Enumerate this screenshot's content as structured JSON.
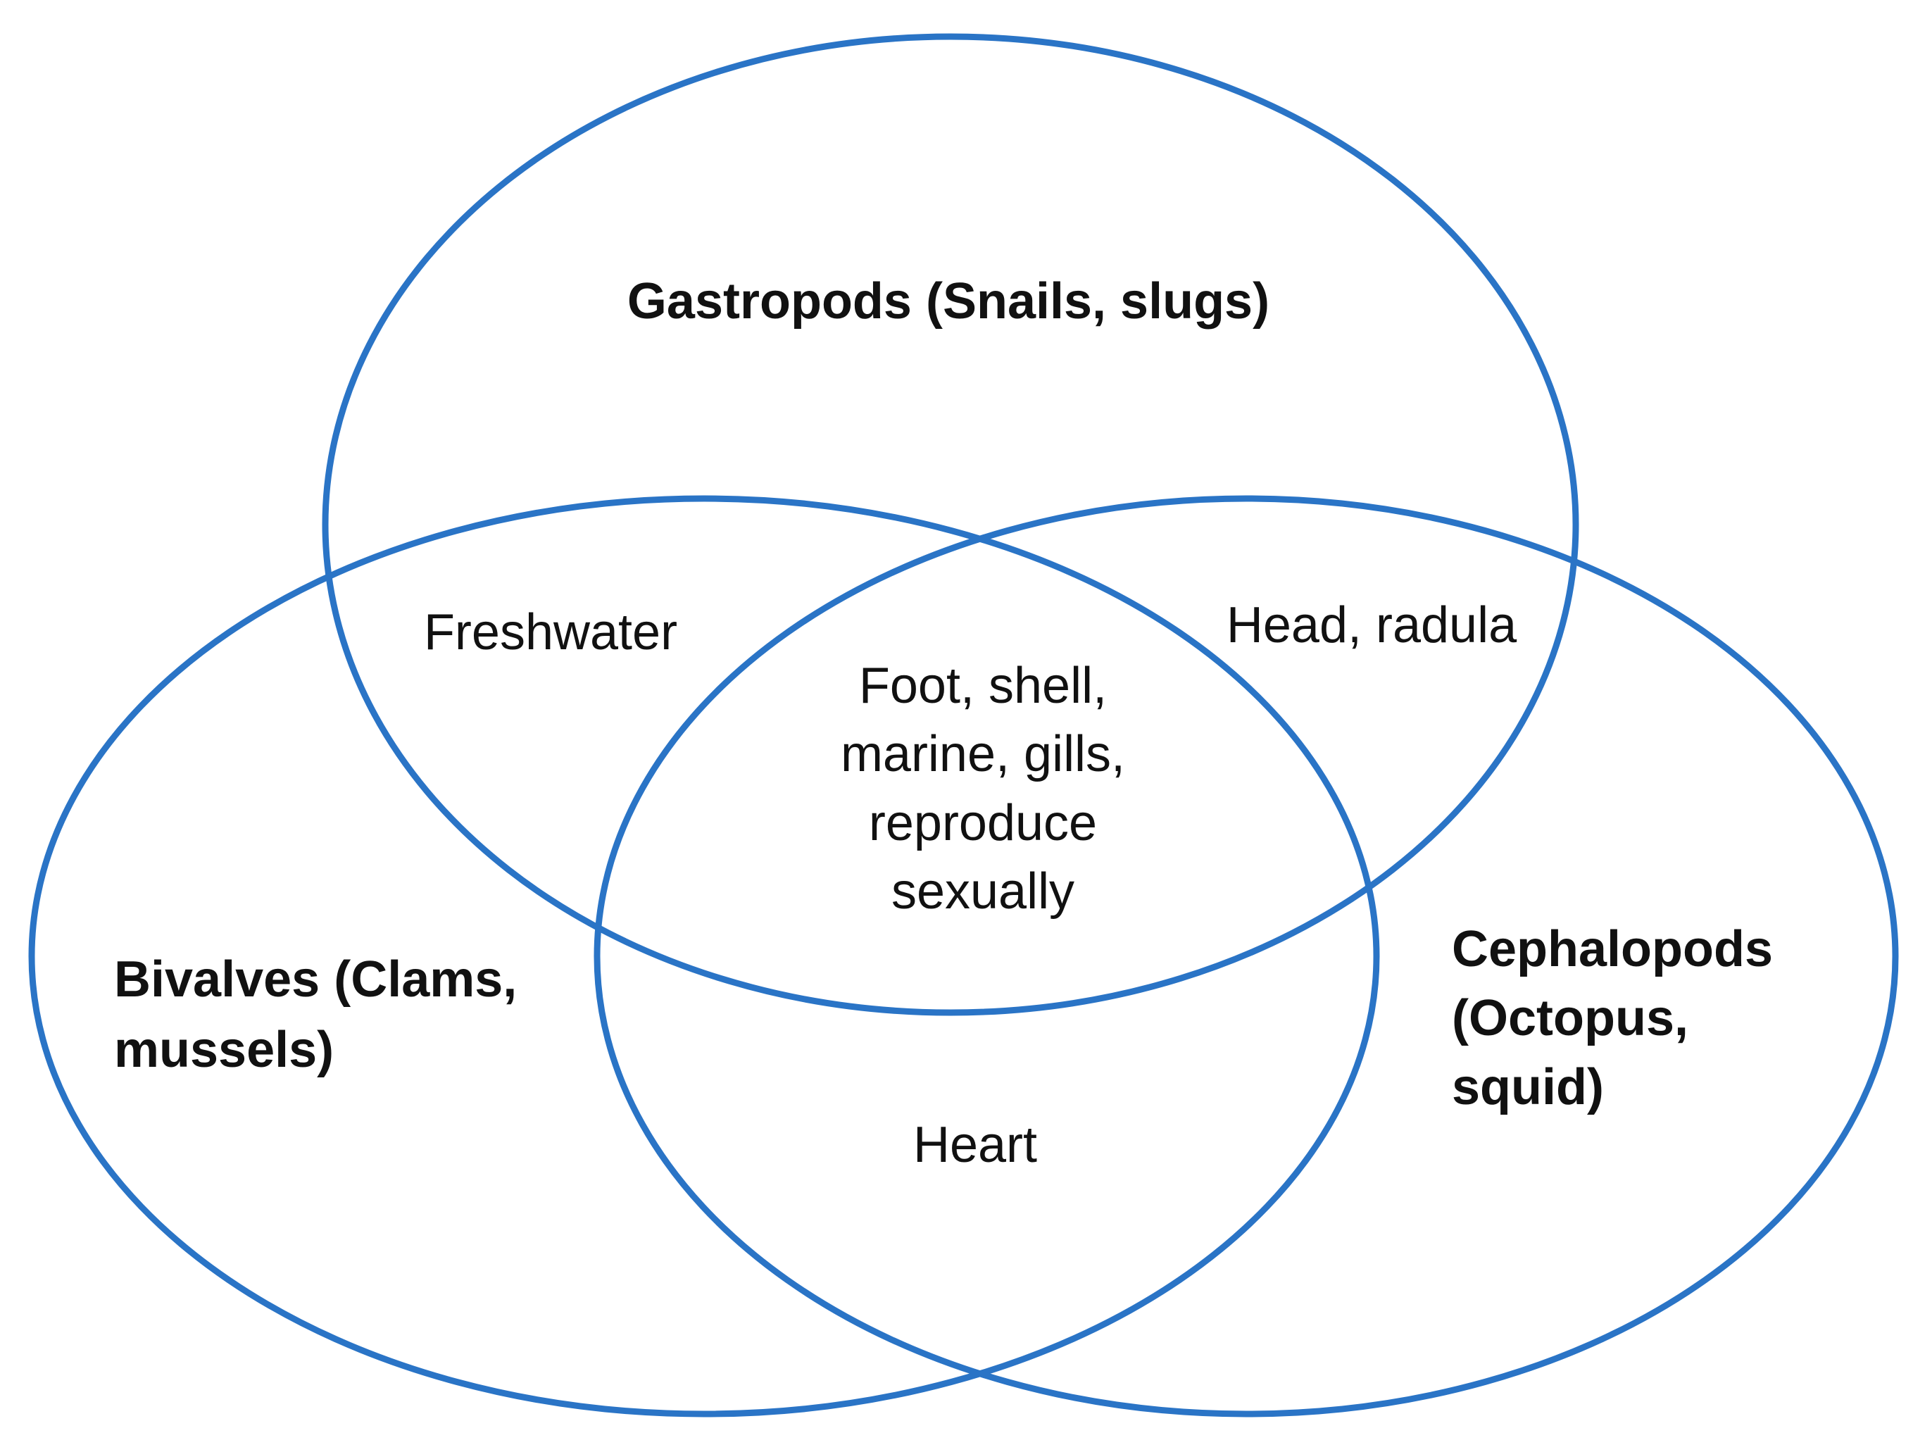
{
  "colors": {
    "outline": "#2a74c6",
    "text": "#111111",
    "background": "#ffffff"
  },
  "sets": {
    "gastropods": {
      "line1": "Gastropods (Snails, slugs)"
    },
    "bivalves": {
      "line1": "Bivalves (Clams,",
      "line2": "mussels)"
    },
    "cephalopods": {
      "line1": "Cephalopods",
      "line2": "(Octopus,",
      "line3": "squid)"
    }
  },
  "regions": {
    "gastropods_bivalves": "Freshwater",
    "gastropods_cephalopods": "Head, radula",
    "all_three": {
      "line1": "Foot, shell,",
      "line2": "marine, gills,",
      "line3": "reproduce",
      "line4": "sexually"
    },
    "bivalves_cephalopods": "Heart"
  }
}
